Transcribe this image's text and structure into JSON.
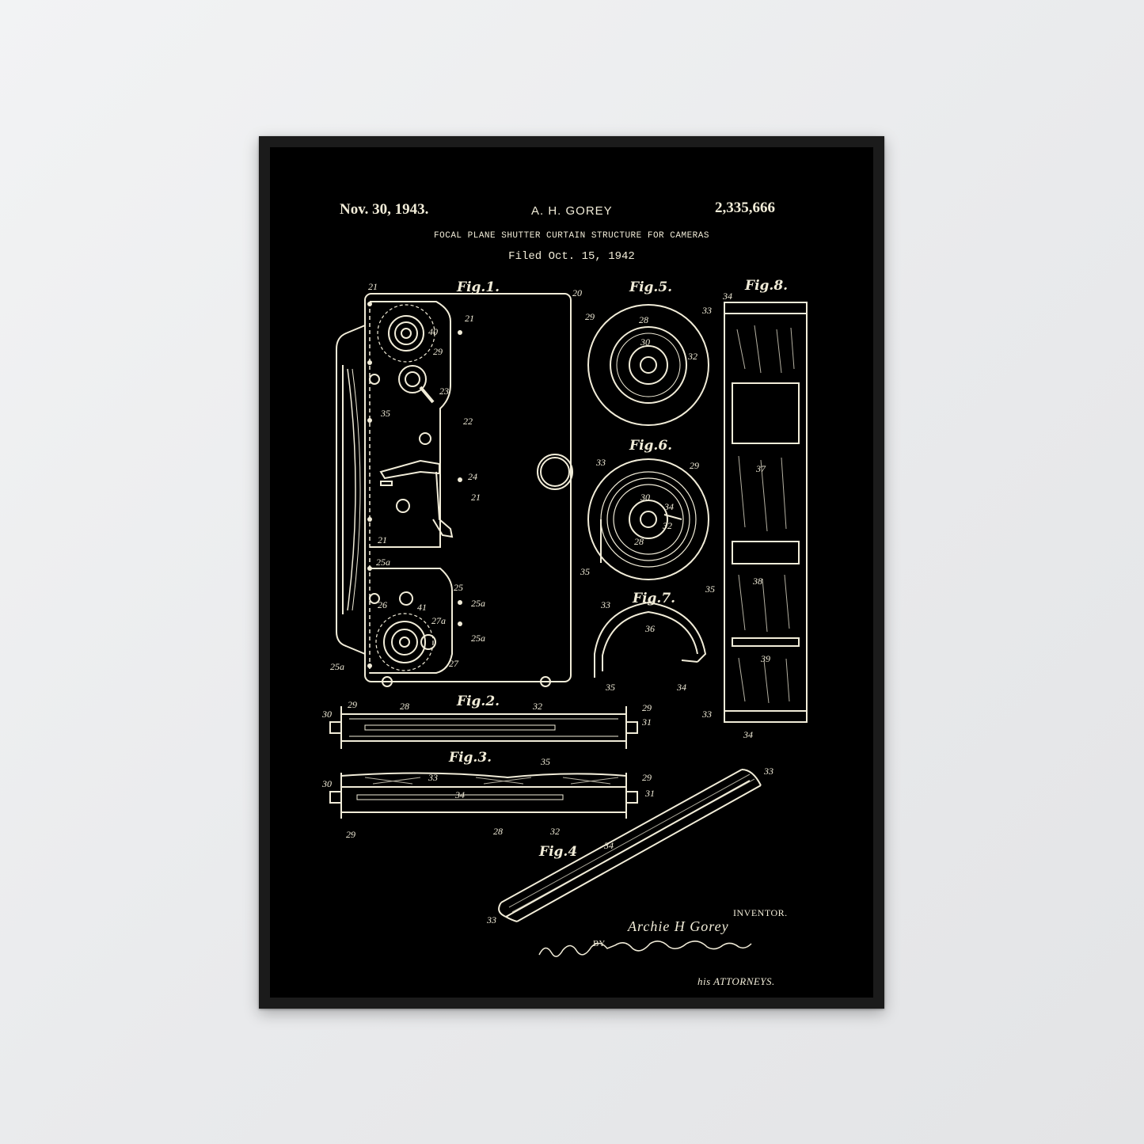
{
  "header": {
    "date": "Nov. 30, 1943.",
    "inventor_short": "A. H. GOREY",
    "patent_number": "2,335,666",
    "title": "FOCAL PLANE SHUTTER CURTAIN STRUCTURE FOR CAMERAS",
    "filed": "Filed Oct. 15, 1942"
  },
  "figures": {
    "fig1": "Fig.1.",
    "fig2": "Fig.2.",
    "fig3": "Fig.3.",
    "fig4": "Fig.4",
    "fig5": "Fig.5.",
    "fig6": "Fig.6.",
    "fig7": "Fig.7.",
    "fig8": "Fig.8."
  },
  "refs": {
    "r20": "20",
    "r21": "21",
    "r22": "22",
    "r23": "23",
    "r24": "24",
    "r25": "25",
    "r25a": "25a",
    "r26": "26",
    "r27": "27",
    "r27a": "27a",
    "r28": "28",
    "r29": "29",
    "r30": "30",
    "r31": "31",
    "r32": "32",
    "r33": "33",
    "r34": "34",
    "r35": "35",
    "r36": "36",
    "r37": "37",
    "r38": "38",
    "r39": "39",
    "r40": "40",
    "r41": "41"
  },
  "signature": {
    "inventor_label": "INVENTOR.",
    "inventor_name": "Archie H Gorey",
    "by": "BY",
    "attorneys": "his ATTORNEYS."
  },
  "colors": {
    "ink": "#f1ecd8",
    "background": "#000000",
    "frame": "#1b1b1b",
    "wall": "#eceded"
  }
}
